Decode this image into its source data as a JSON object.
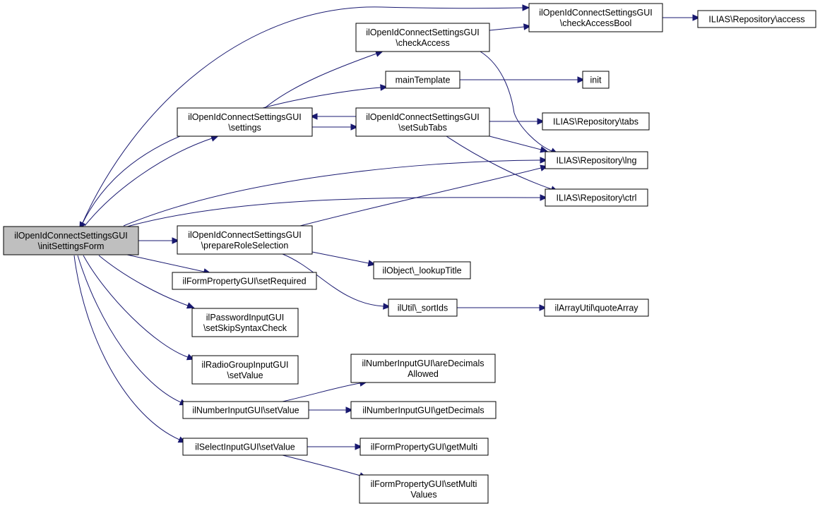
{
  "colors": {
    "edge": "#191970",
    "node_fill": "#ffffff",
    "root_fill": "#bfbfbf",
    "node_stroke": "#000000"
  },
  "nodes": {
    "initSettingsForm": {
      "lines": [
        "ilOpenIdConnectSettingsGUI",
        "\\initSettingsForm"
      ],
      "root": true
    },
    "checkAccessBool": {
      "lines": [
        "ilOpenIdConnectSettingsGUI",
        "\\checkAccessBool"
      ]
    },
    "repoAccess": {
      "lines": [
        "ILIAS\\Repository\\access"
      ]
    },
    "checkAccess": {
      "lines": [
        "ilOpenIdConnectSettingsGUI",
        "\\checkAccess"
      ]
    },
    "mainTemplate": {
      "lines": [
        "mainTemplate"
      ]
    },
    "init": {
      "lines": [
        "init"
      ]
    },
    "settings": {
      "lines": [
        "ilOpenIdConnectSettingsGUI",
        "\\settings"
      ]
    },
    "setSubTabs": {
      "lines": [
        "ilOpenIdConnectSettingsGUI",
        "\\setSubTabs"
      ]
    },
    "repoTabs": {
      "lines": [
        "ILIAS\\Repository\\tabs"
      ]
    },
    "repoLng": {
      "lines": [
        "ILIAS\\Repository\\lng"
      ]
    },
    "repoCtrl": {
      "lines": [
        "ILIAS\\Repository\\ctrl"
      ]
    },
    "prepareRoleSelection": {
      "lines": [
        "ilOpenIdConnectSettingsGUI",
        "\\prepareRoleSelection"
      ]
    },
    "lookupTitle": {
      "lines": [
        "ilObject\\_lookupTitle"
      ]
    },
    "sortIds": {
      "lines": [
        "ilUtil\\_sortIds"
      ]
    },
    "quoteArray": {
      "lines": [
        "ilArrayUtil\\quoteArray"
      ]
    },
    "setRequired": {
      "lines": [
        "ilFormPropertyGUI\\setRequired"
      ]
    },
    "setSkipSyntaxCheck": {
      "lines": [
        "ilPasswordInputGUI",
        "\\setSkipSyntaxCheck"
      ]
    },
    "radioSetValue": {
      "lines": [
        "ilRadioGroupInputGUI",
        "\\setValue"
      ]
    },
    "numberSetValue": {
      "lines": [
        "ilNumberInputGUI\\setValue"
      ]
    },
    "areDecimalsAllowed": {
      "lines": [
        "ilNumberInputGUI\\areDecimals",
        "Allowed"
      ]
    },
    "getDecimals": {
      "lines": [
        "ilNumberInputGUI\\getDecimals"
      ]
    },
    "selectSetValue": {
      "lines": [
        "ilSelectInputGUI\\setValue"
      ]
    },
    "getMulti": {
      "lines": [
        "ilFormPropertyGUI\\getMulti"
      ]
    },
    "setMultiValues": {
      "lines": [
        "ilFormPropertyGUI\\setMulti",
        "Values"
      ]
    }
  },
  "edges": [
    [
      "initSettingsForm",
      "checkAccessBool"
    ],
    [
      "initSettingsForm",
      "settings"
    ],
    [
      "initSettingsForm",
      "repoLng"
    ],
    [
      "initSettingsForm",
      "repoCtrl"
    ],
    [
      "initSettingsForm",
      "prepareRoleSelection"
    ],
    [
      "initSettingsForm",
      "setRequired"
    ],
    [
      "initSettingsForm",
      "setSkipSyntaxCheck"
    ],
    [
      "initSettingsForm",
      "radioSetValue"
    ],
    [
      "initSettingsForm",
      "numberSetValue"
    ],
    [
      "initSettingsForm",
      "selectSetValue"
    ],
    [
      "checkAccessBool",
      "repoAccess"
    ],
    [
      "checkAccess",
      "checkAccessBool"
    ],
    [
      "checkAccess",
      "repoLng"
    ],
    [
      "settings",
      "checkAccess"
    ],
    [
      "settings",
      "mainTemplate"
    ],
    [
      "settings",
      "setSubTabs"
    ],
    [
      "settings",
      "initSettingsForm"
    ],
    [
      "mainTemplate",
      "init"
    ],
    [
      "setSubTabs",
      "settings"
    ],
    [
      "setSubTabs",
      "repoTabs"
    ],
    [
      "setSubTabs",
      "repoLng"
    ],
    [
      "setSubTabs",
      "repoCtrl"
    ],
    [
      "prepareRoleSelection",
      "repoLng"
    ],
    [
      "prepareRoleSelection",
      "lookupTitle"
    ],
    [
      "prepareRoleSelection",
      "sortIds"
    ],
    [
      "sortIds",
      "quoteArray"
    ],
    [
      "numberSetValue",
      "areDecimalsAllowed"
    ],
    [
      "numberSetValue",
      "getDecimals"
    ],
    [
      "selectSetValue",
      "getMulti"
    ],
    [
      "selectSetValue",
      "setMultiValues"
    ]
  ]
}
